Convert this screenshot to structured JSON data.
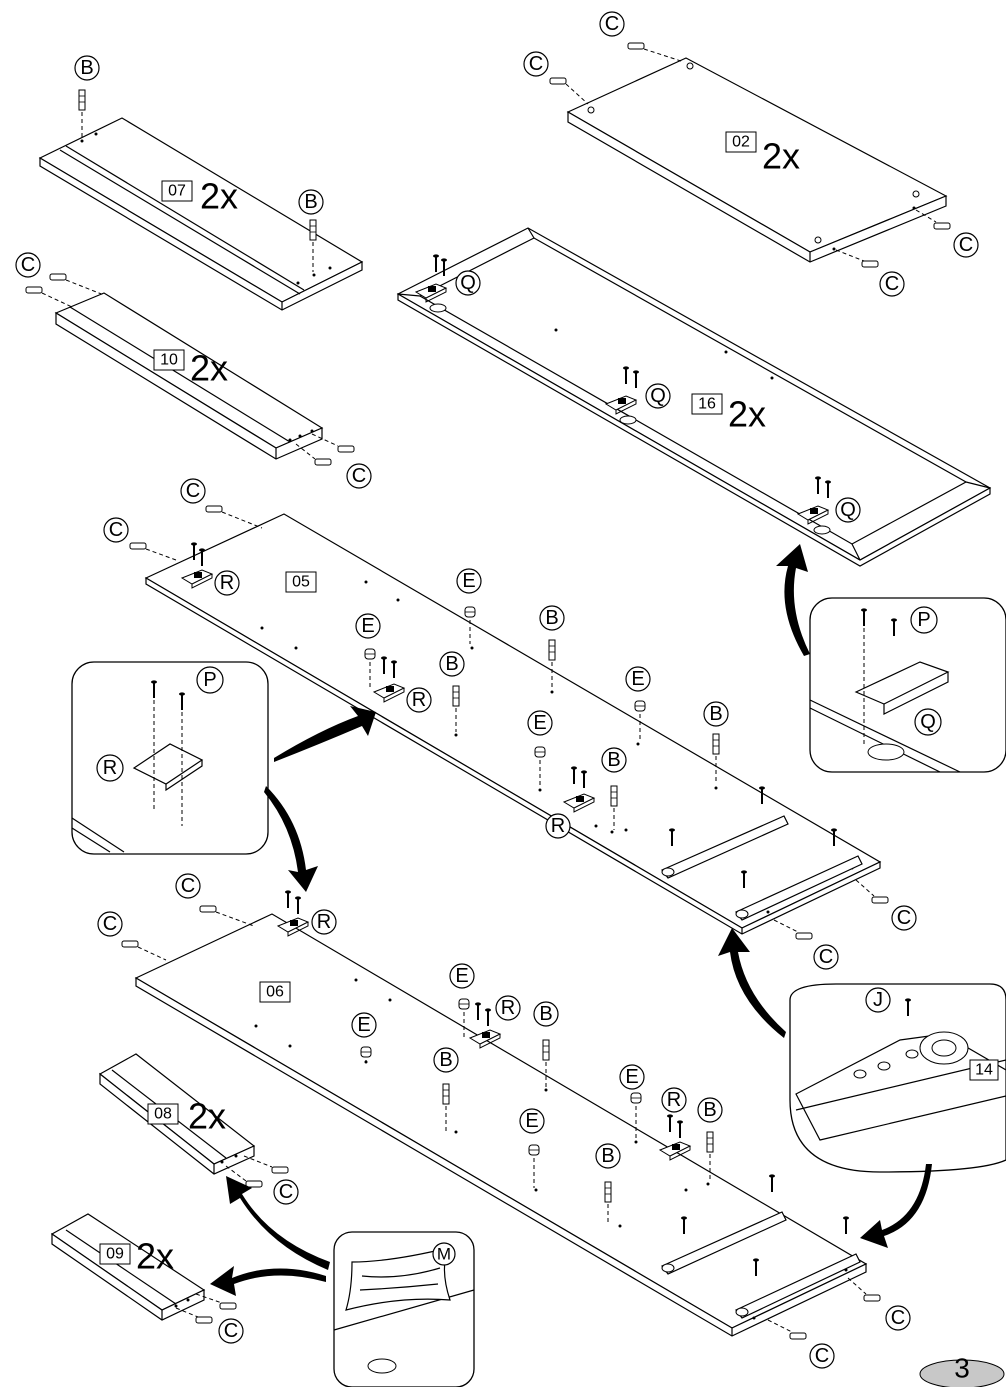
{
  "panels": {
    "p07": {
      "num": "07",
      "qty": "2x"
    },
    "p02": {
      "num": "02",
      "qty": "2x"
    },
    "p10": {
      "num": "10",
      "qty": "2x"
    },
    "p16": {
      "num": "16",
      "qty": "2x"
    },
    "p05": {
      "num": "05"
    },
    "p06": {
      "num": "06"
    },
    "p08": {
      "num": "08",
      "qty": "2x"
    },
    "p09": {
      "num": "09",
      "qty": "2x"
    }
  },
  "parts": {
    "B": "B",
    "C": "C",
    "E": "E",
    "Q": "Q",
    "R": "R",
    "P": "P",
    "J": "J",
    "M": "M"
  },
  "detail_label": "14",
  "page_number": "3"
}
